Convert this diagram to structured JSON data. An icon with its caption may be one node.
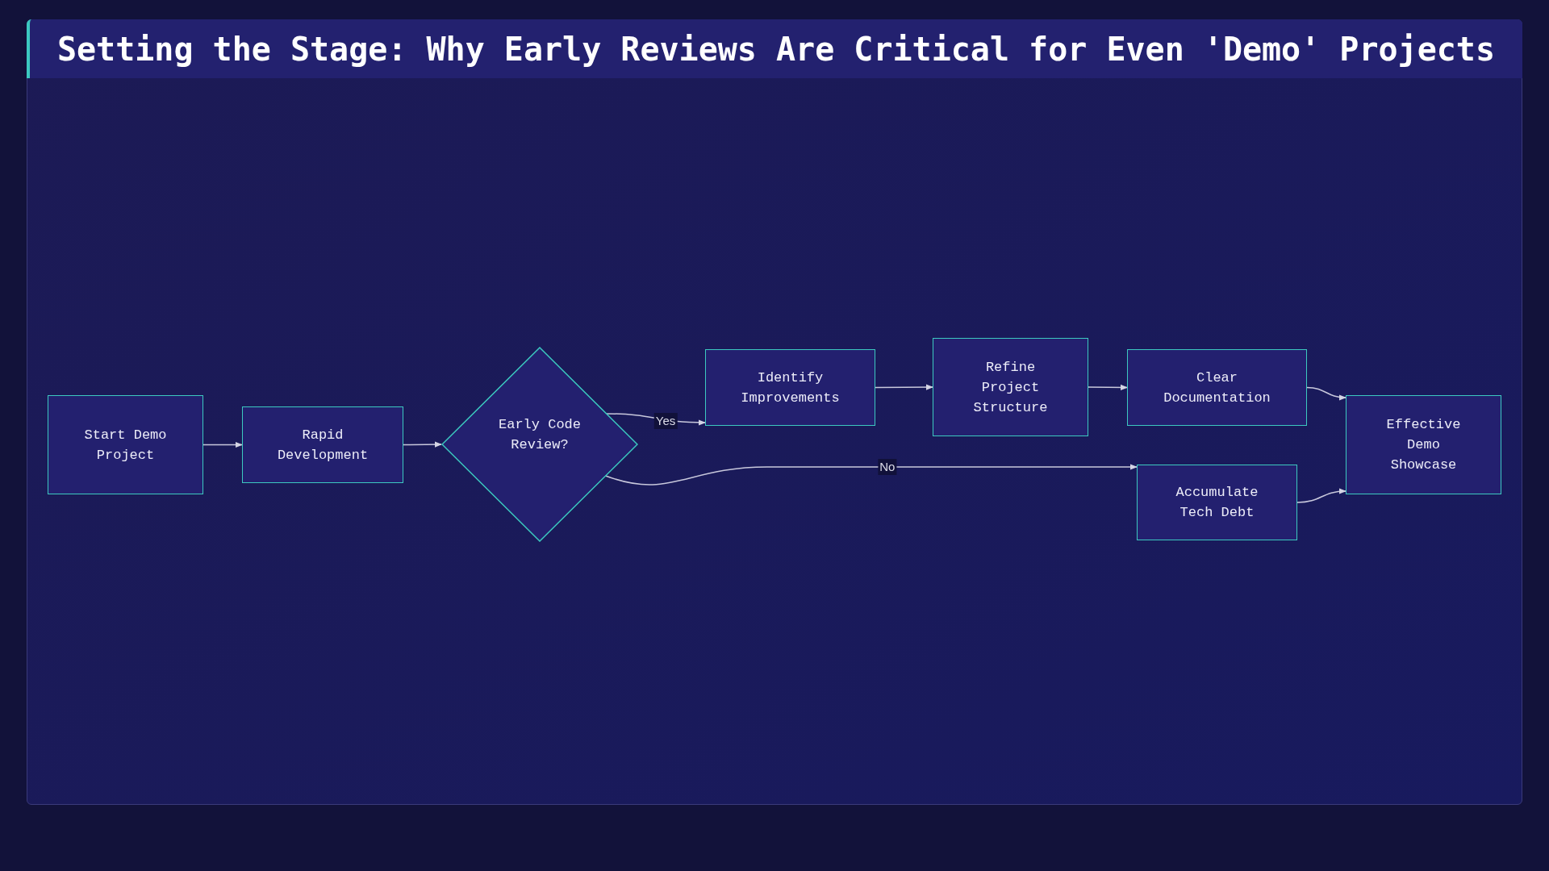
{
  "diagram": {
    "title": "Setting the Stage: Why Early Reviews Are Critical for Even 'Demo' Projects",
    "nodes": [
      {
        "text": [
          "Start Demo Project"
        ]
      },
      {
        "text": [
          "Rapid Development"
        ]
      },
      {
        "text": [
          "Early Code Review?"
        ]
      },
      {
        "text": [
          "Identify Improvements"
        ]
      },
      {
        "text": [
          "Refine Project Structure"
        ]
      },
      {
        "text": [
          "Clear Documentation"
        ]
      },
      {
        "text": [
          "Accumulate Tech Debt"
        ]
      },
      {
        "text": [
          "Effective Demo Showcase"
        ]
      }
    ],
    "edges": [
      {
        "from": 0,
        "to": 1,
        "arrow": "to"
      },
      {
        "from": 1,
        "to": 2,
        "arrow": "to"
      },
      {
        "from": 2,
        "to": 3,
        "arrow": "to",
        "label": "Yes"
      },
      {
        "from": 2,
        "to": 6,
        "arrow": "to",
        "label": "No"
      },
      {
        "from": 3,
        "to": 4,
        "arrow": "to"
      },
      {
        "from": 4,
        "to": 5,
        "arrow": "to"
      },
      {
        "from": 5,
        "to": 7,
        "arrow": "to"
      },
      {
        "from": 6,
        "to": 7,
        "arrow": "to"
      }
    ]
  }
}
